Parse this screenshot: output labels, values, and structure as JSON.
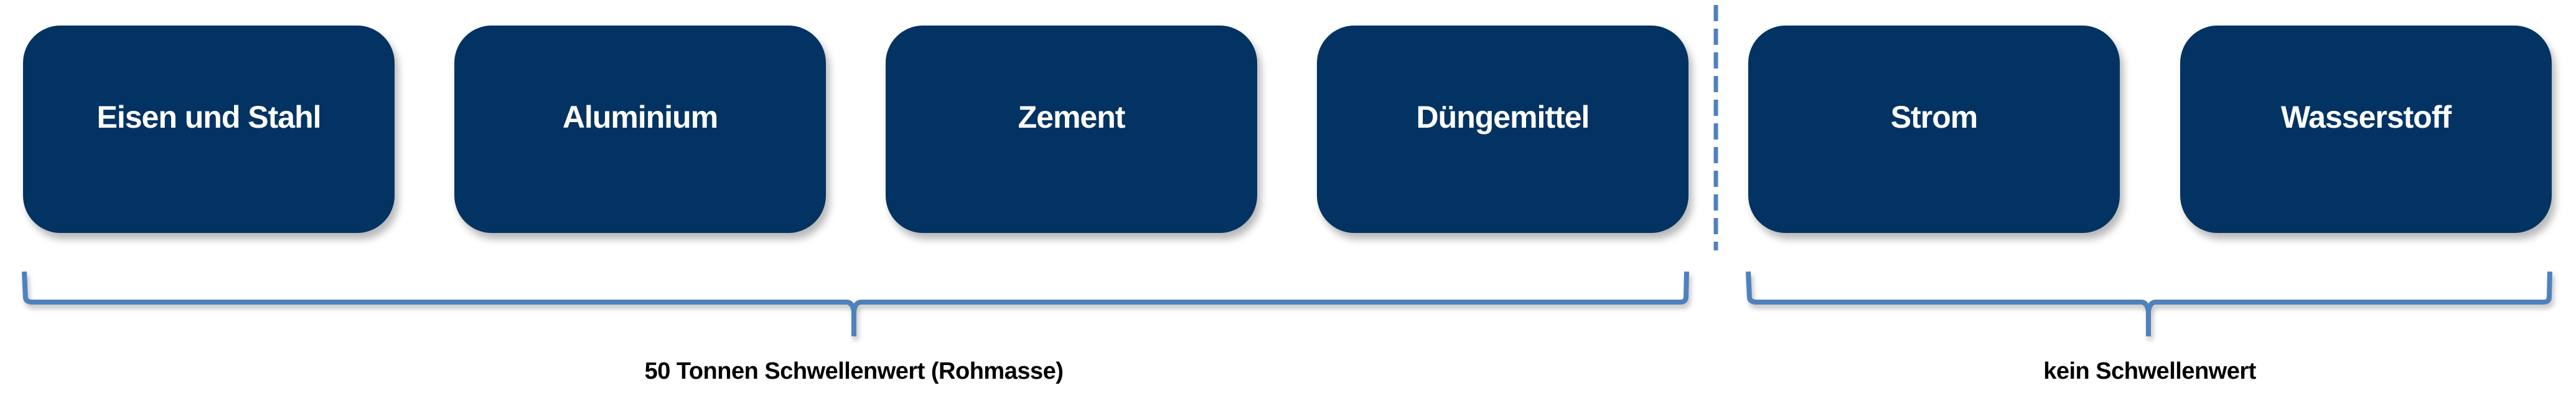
{
  "categories": [
    {
      "label": "Eisen und Stahl"
    },
    {
      "label": "Aluminium"
    },
    {
      "label": "Zement"
    },
    {
      "label": "Düngemittel"
    },
    {
      "label": "Strom"
    },
    {
      "label": "Wasserstoff"
    }
  ],
  "groups": [
    {
      "label": "50 Tonnen Schwellenwert (Rohmasse)"
    },
    {
      "label": "kein Schwellenwert"
    }
  ],
  "colors": {
    "box": "#033363",
    "brace": "#4F81BD"
  }
}
